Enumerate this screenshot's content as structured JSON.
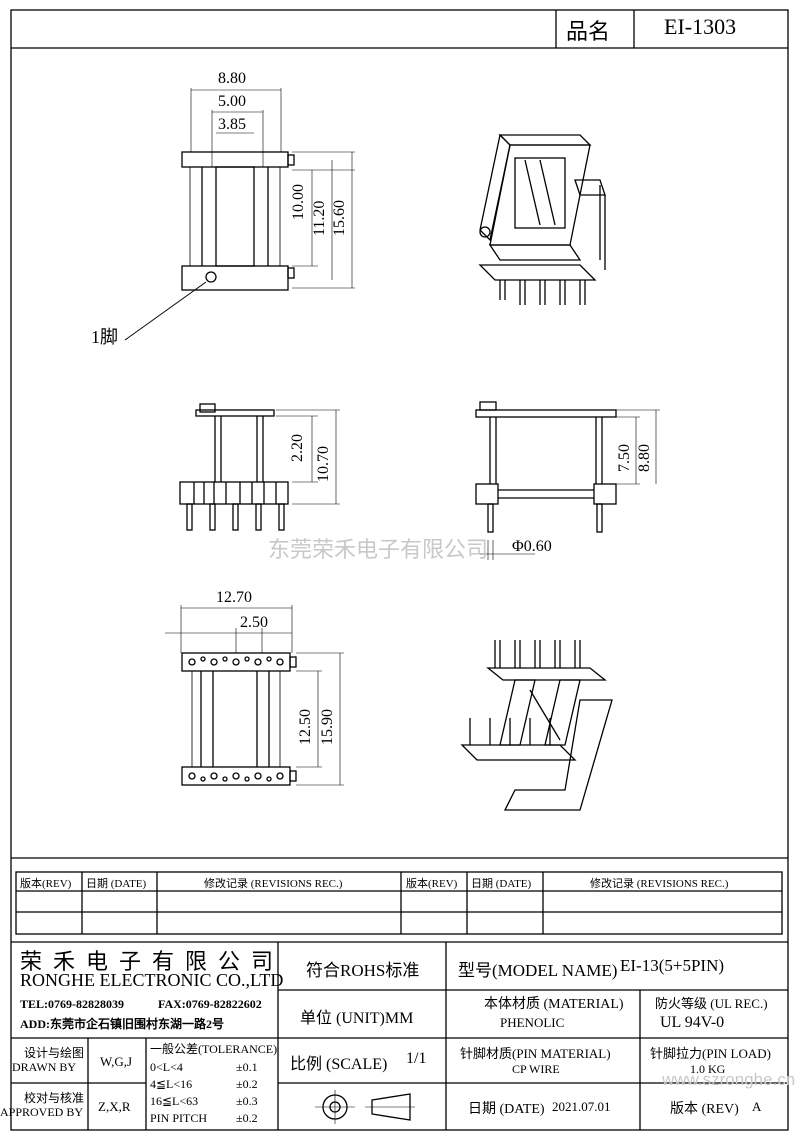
{
  "title_block": {
    "part_label": "品名",
    "part_value": "EI-1303"
  },
  "watermark": "东莞荣禾电子有限公司",
  "site_watermark": "www.szronghe.cn",
  "dimensions": {
    "top_w1": "8.80",
    "top_w2": "5.00",
    "top_w3": "3.85",
    "top_h1": "10.00",
    "top_h2": "11.20",
    "top_h3": "15.60",
    "front_h1": "2.20",
    "front_h2": "10.70",
    "side_h1": "7.50",
    "side_h2": "8.80",
    "pin_dia": "Φ0.60",
    "bottom_w1": "12.70",
    "bottom_w2": "2.50",
    "bottom_h1": "12.50",
    "bottom_h2": "15.90"
  },
  "pin1_label": "1脚",
  "revision_table": {
    "headers": [
      "版本(REV)",
      "日期 (DATE)",
      "修改记录 (REVISIONS REC.)",
      "版本(REV)",
      "日期 (DATE)",
      "修改记录 (REVISIONS REC.)"
    ],
    "rows": [
      [
        "",
        "",
        "",
        "",
        "",
        ""
      ],
      [
        "",
        "",
        "",
        "",
        "",
        ""
      ]
    ]
  },
  "company": {
    "name_cn": "荣 禾 电 子 有 限 公 司",
    "name_en": "RONGHE ELECTRONIC CO.,LTD",
    "tel": "TEL:0769-82828039",
    "fax": "FAX:0769-82822602",
    "address": "ADD:东莞市企石镇旧围村东湖一路2号"
  },
  "rohs": "符合ROHS标准",
  "model": {
    "label": "型号(MODEL NAME)",
    "value": "EI-13(5+5PIN)"
  },
  "unit": "单位 (UNIT)MM",
  "scale": {
    "label": "比例 (SCALE)",
    "value": "1/1"
  },
  "date": {
    "label": "日期 (DATE)",
    "value": "2021.07.01"
  },
  "material": {
    "label": "本体材质 (MATERIAL)",
    "value": "PHENOLIC"
  },
  "fire": {
    "label": "防火等级 (UL REC.)",
    "value": "UL 94V-0"
  },
  "pin_material": {
    "label": "针脚材质(PIN MATERIAL)",
    "value": "CP WIRE"
  },
  "pin_force": {
    "label": "针脚拉力(PIN LOAD)",
    "value": "1.0 KG"
  },
  "rev": {
    "label": "版本 (REV)",
    "value": "A"
  },
  "drawn": {
    "label_cn": "设计与绘图",
    "label_en": "DRAWN BY",
    "value": "W,G,J"
  },
  "approved": {
    "label_cn": "校对与核准",
    "label_en": "APPROVED BY",
    "value": "Z,X,R"
  },
  "tolerance": {
    "title": "一般公差(TOLERANCE)",
    "rows": [
      {
        "range": "0<L<4",
        "value": "±0.1"
      },
      {
        "range": "4≦L<16",
        "value": "±0.2"
      },
      {
        "range": "16≦L<63",
        "value": "±0.3"
      },
      {
        "range": "PIN PITCH",
        "value": "±0.2"
      }
    ]
  }
}
